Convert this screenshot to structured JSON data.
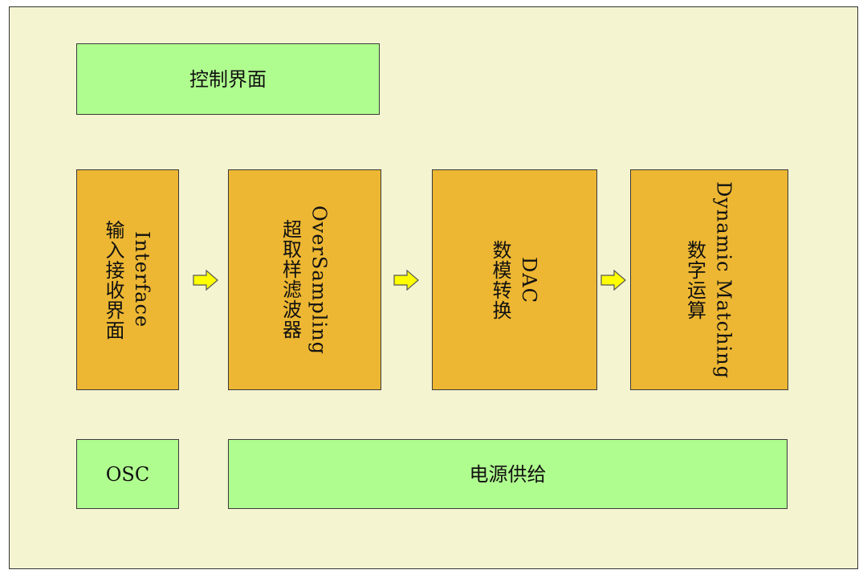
{
  "blocks": {
    "control": "控制界面",
    "input": {
      "en": "Interface",
      "zh": "输入接收界面"
    },
    "oversampling": {
      "en": "OverSampling",
      "zh": "超取样滤波器"
    },
    "dac": {
      "en": "DAC",
      "zh": "数模转换"
    },
    "dynamic": {
      "en": "Dynamic Matching",
      "zh": "数字运算"
    },
    "osc": "OSC",
    "power": "电源供给"
  },
  "colors": {
    "background": "#f4f4d0",
    "green_block": "#b0fd8f",
    "orange_block": "#edb733",
    "arrow_fill": "#ffff00",
    "border": "#3a3a3a"
  },
  "icons": {
    "flow_arrow": "right-arrow-icon"
  }
}
